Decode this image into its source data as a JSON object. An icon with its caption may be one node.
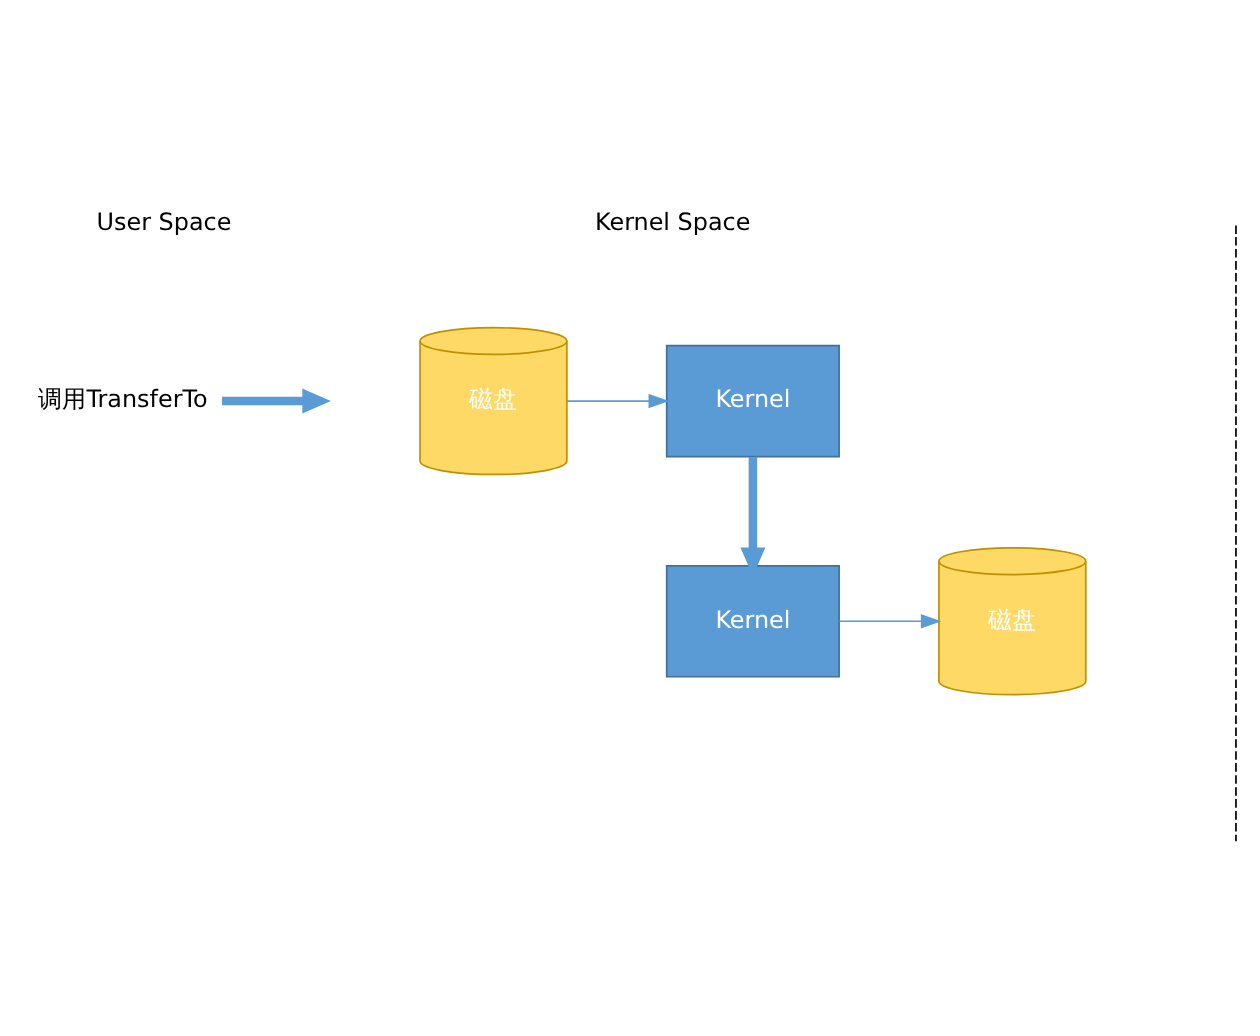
{
  "diagram": {
    "nodes": [
      {
        "text": [
          "调用TransferTo"
        ]
      },
      {
        "text": [
          "Kernel"
        ]
      },
      {
        "text": [
          "Kernel"
        ]
      },
      {
        "text": [
          "磁盘"
        ]
      },
      {
        "text": [
          "磁盘"
        ]
      }
    ],
    "edges": [
      {
        "from": 0,
        "to": null,
        "arrow": "to",
        "style": "thick"
      },
      {
        "from": 3,
        "to": 1,
        "arrow": "to"
      },
      {
        "from": 1,
        "to": 2,
        "arrow": "to",
        "style": "thick"
      },
      {
        "from": 2,
        "to": 4,
        "arrow": "to"
      }
    ],
    "labels": [
      "User Space",
      "Kernel Space"
    ]
  }
}
